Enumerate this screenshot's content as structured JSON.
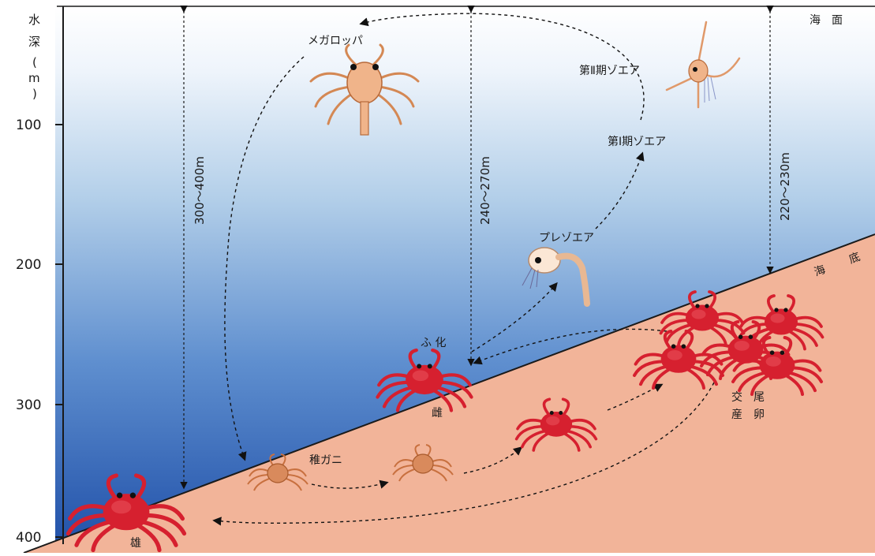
{
  "axis": {
    "title_chars": [
      "水",
      "深",
      "(",
      "m",
      ")"
    ],
    "ticks": [
      "100",
      "200",
      "300",
      "400"
    ]
  },
  "labels": {
    "sea_surface": "海　面",
    "sea_floor_1": "海",
    "sea_floor_2": "底",
    "megalopa": "メガロッパ",
    "zoea2": "第Ⅱ期ゾエア",
    "zoea1": "第Ⅰ期ゾエア",
    "prezoea": "プレゾエア",
    "hatching": "ふ 化",
    "female_hatch": "雌",
    "juvenile": "稚ガニ",
    "mating_1": "交　尾",
    "mating_2": "産　卵",
    "male": "雄"
  },
  "depth_ranges": {
    "left": "300〜400m",
    "middle": "240〜270m",
    "right": "220〜230m"
  },
  "colors": {
    "sea_top": "#ffffff",
    "sea_mid": "#9fc2e3",
    "sea_bottom": "#1f4fa8",
    "seabed": "#f2b499",
    "crab_red": "#d6202f",
    "larva": "#f0b48a"
  }
}
